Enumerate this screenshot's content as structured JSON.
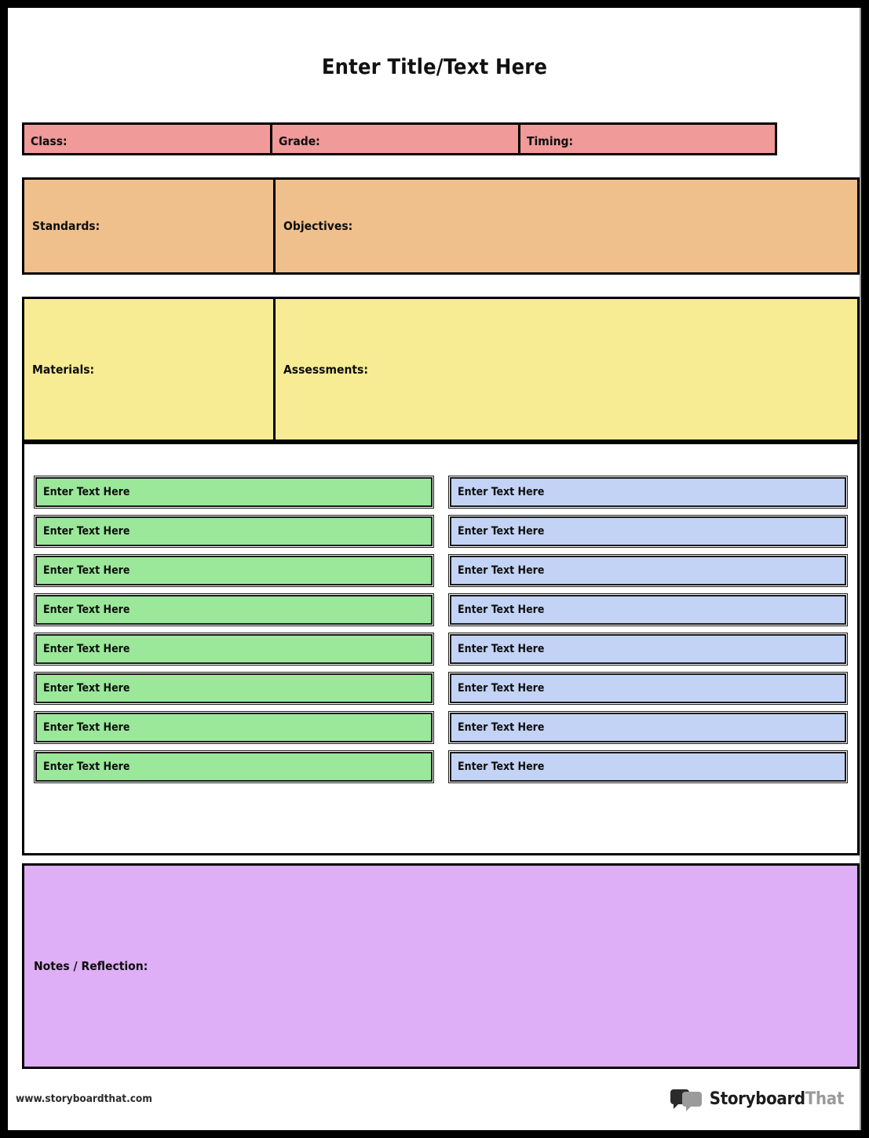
{
  "page": {
    "title": "Enter Title/Text Here"
  },
  "header_row": {
    "cells": [
      {
        "label": "Class:"
      },
      {
        "label": "Grade:"
      },
      {
        "label": "Timing:"
      }
    ]
  },
  "orange_band": {
    "left_label": "Standards:",
    "right_label": "Objectives:"
  },
  "yellow_band": {
    "left_label": "Materials:",
    "right_label": "Assessments:"
  },
  "activity_grid": {
    "rows": [
      {
        "green": "Enter Text Here",
        "blue": "Enter Text Here"
      },
      {
        "green": "Enter Text Here",
        "blue": "Enter Text Here"
      },
      {
        "green": "Enter Text Here",
        "blue": "Enter Text Here"
      },
      {
        "green": "Enter Text Here",
        "blue": "Enter Text Here"
      },
      {
        "green": "Enter Text Here",
        "blue": "Enter Text Here"
      },
      {
        "green": "Enter Text Here",
        "blue": "Enter Text Here"
      },
      {
        "green": "Enter Text Here",
        "blue": "Enter Text Here"
      },
      {
        "green": "Enter Text Here",
        "blue": "Enter Text Here"
      }
    ]
  },
  "notes": {
    "label": "Notes / Reflection:"
  },
  "footer": {
    "url": "www.storyboardthat.com",
    "logo_primary": "Storyboard",
    "logo_secondary": "That",
    "logo_icon": "speech-bubbles-icon"
  },
  "colors": {
    "pink": "#F09A9A",
    "orange": "#EFC08C",
    "yellow": "#F7EC93",
    "green": "#9BE89B",
    "blue": "#C3D3F5",
    "purple": "#DEAEF7",
    "frame": "#000000"
  }
}
